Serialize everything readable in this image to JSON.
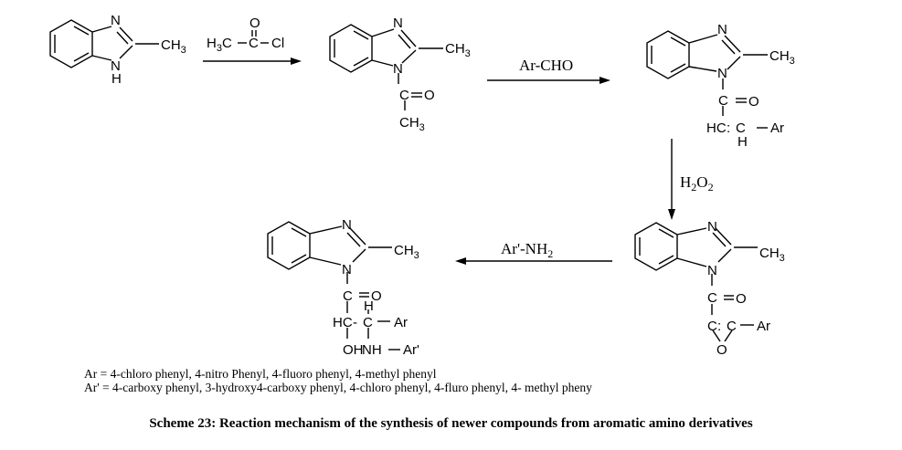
{
  "labels": {
    "N": "N",
    "NH_H": "H",
    "CH3": "CH",
    "CH3_sub": "3",
    "H3C": "H",
    "H3C_sub": "3",
    "C": "C",
    "Cl": "Cl",
    "O": "O",
    "carbonyl": "C=O",
    "vinyl_HC": "HC",
    "vinyl_C": "C",
    "vinyl_H": "H",
    "Ar": "Ar",
    "OH": "OH",
    "NH": "NH",
    "Ar_prime": "Ar'",
    "H": "H",
    "HC": "HC"
  },
  "reagents": {
    "acetyl_chloride": "H3C-C-Cl",
    "aldehyde": "Ar-CHO",
    "peroxide_H": "H",
    "peroxide_2a": "2",
    "peroxide_O": "O",
    "peroxide_2b": "2",
    "amine_prefix": "Ar'-NH",
    "amine_sub": "2"
  },
  "legend": {
    "ar_line": "Ar = 4-chloro phenyl, 4-nitro Phenyl, 4-fluoro phenyl, 4-methyl phenyl",
    "ar_prime_line": "Ar' = 4-carboxy phenyl, 3-hydroxy4-carboxy phenyl, 4-chloro phenyl, 4-fluro phenyl, 4- methyl pheny"
  },
  "caption": "Scheme 23: Reaction mechanism of the synthesis of newer compounds from aromatic amino derivatives"
}
